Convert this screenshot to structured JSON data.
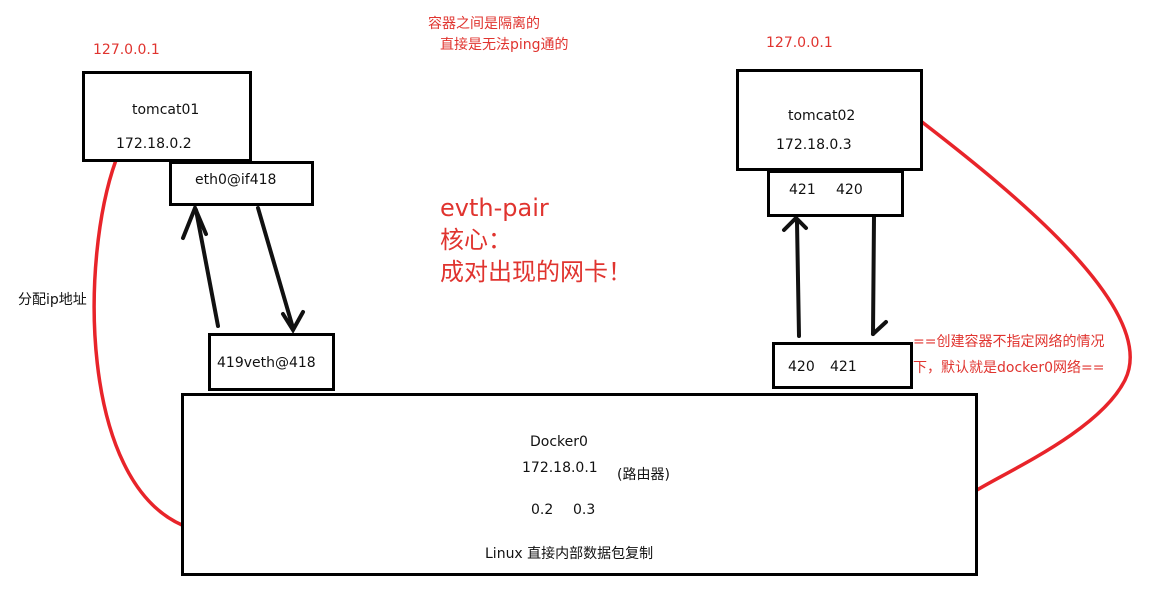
{
  "annotations": {
    "isolation_line1": "容器之间是隔离的",
    "isolation_line2": "直接是无法ping通的",
    "localhost_left": "127.0.0.1",
    "localhost_right": "127.0.0.1",
    "assign_ip": "分配ip地址",
    "default_network_line1": "==创建容器不指定网络的情况",
    "default_network_line2": "下，默认就是docker0网络==",
    "evth_line1": "evth-pair",
    "evth_line2": "核心：",
    "evth_line3": "成对出现的网卡！"
  },
  "tomcat01": {
    "name": "tomcat01",
    "ip": "172.18.0.2",
    "iface": "eth0@if418"
  },
  "tomcat02": {
    "name": "tomcat02",
    "ip": "172.18.0.3",
    "iface_a": "421",
    "iface_b": "420"
  },
  "veth_left": {
    "label": "419veth@418"
  },
  "veth_right": {
    "label_a": "420",
    "label_b": "421"
  },
  "docker0": {
    "name": "Docker0",
    "ip": "172.18.0.1",
    "role": "(路由器)",
    "addr_a": "0.2",
    "addr_b": "0.3",
    "note": "Linux 直接内部数据包复制"
  },
  "colors": {
    "annotation": "#e0342f",
    "line": "#e8242a",
    "box_border": "#000000"
  }
}
